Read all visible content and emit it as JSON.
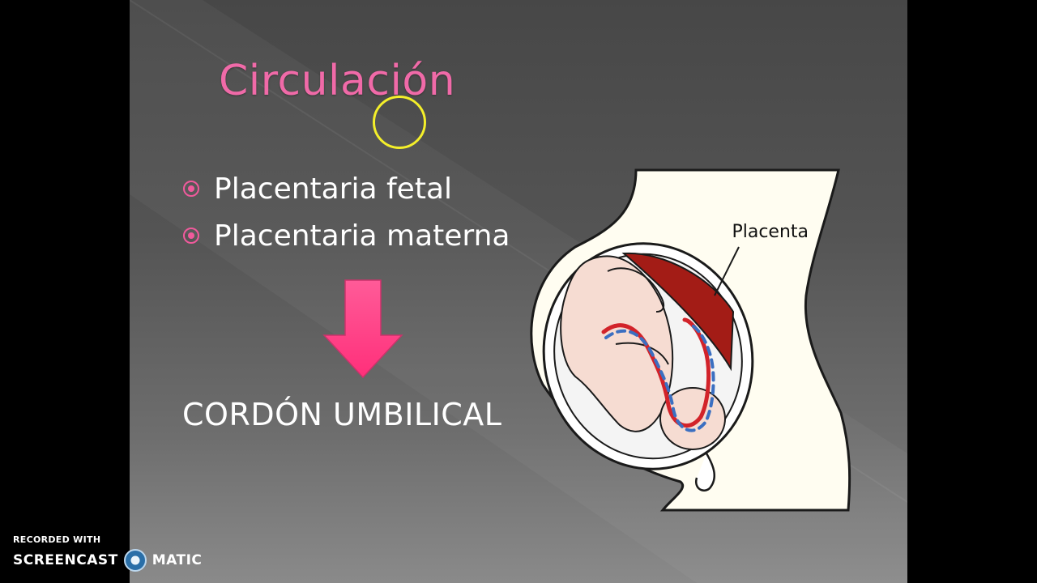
{
  "slide": {
    "title": "Circulación",
    "bullets": [
      {
        "label": "Placentaria fetal"
      },
      {
        "label": "Placentaria materna"
      }
    ],
    "arrow_icon": "down-arrow-icon",
    "caption": "CORDÓN UMBILICAL",
    "figure": {
      "label": "Placenta"
    }
  },
  "colors": {
    "title": "#f06aa8",
    "accent": "#ff3f86",
    "cursor_ring": "#f4ef2a",
    "placenta": "#a31c16",
    "slide_bg": "#545454"
  },
  "watermark": {
    "line1": "RECORDED WITH",
    "brand_left": "SCREENCAST",
    "brand_right": "MATIC"
  }
}
